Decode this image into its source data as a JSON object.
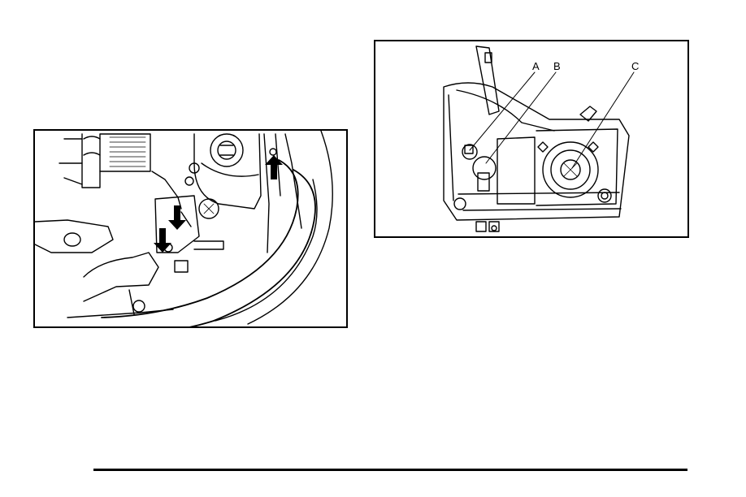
{
  "figures": {
    "headlamp_removal": {
      "arrow_icons": [
        "arrow-down-icon",
        "arrow-down-icon",
        "arrow-up-icon"
      ]
    },
    "headlamp_bulbs": {
      "callouts": [
        {
          "label": "A"
        },
        {
          "label": "B"
        },
        {
          "label": "C"
        }
      ]
    }
  },
  "colors": {
    "ink": "#000000",
    "paper": "#ffffff"
  }
}
